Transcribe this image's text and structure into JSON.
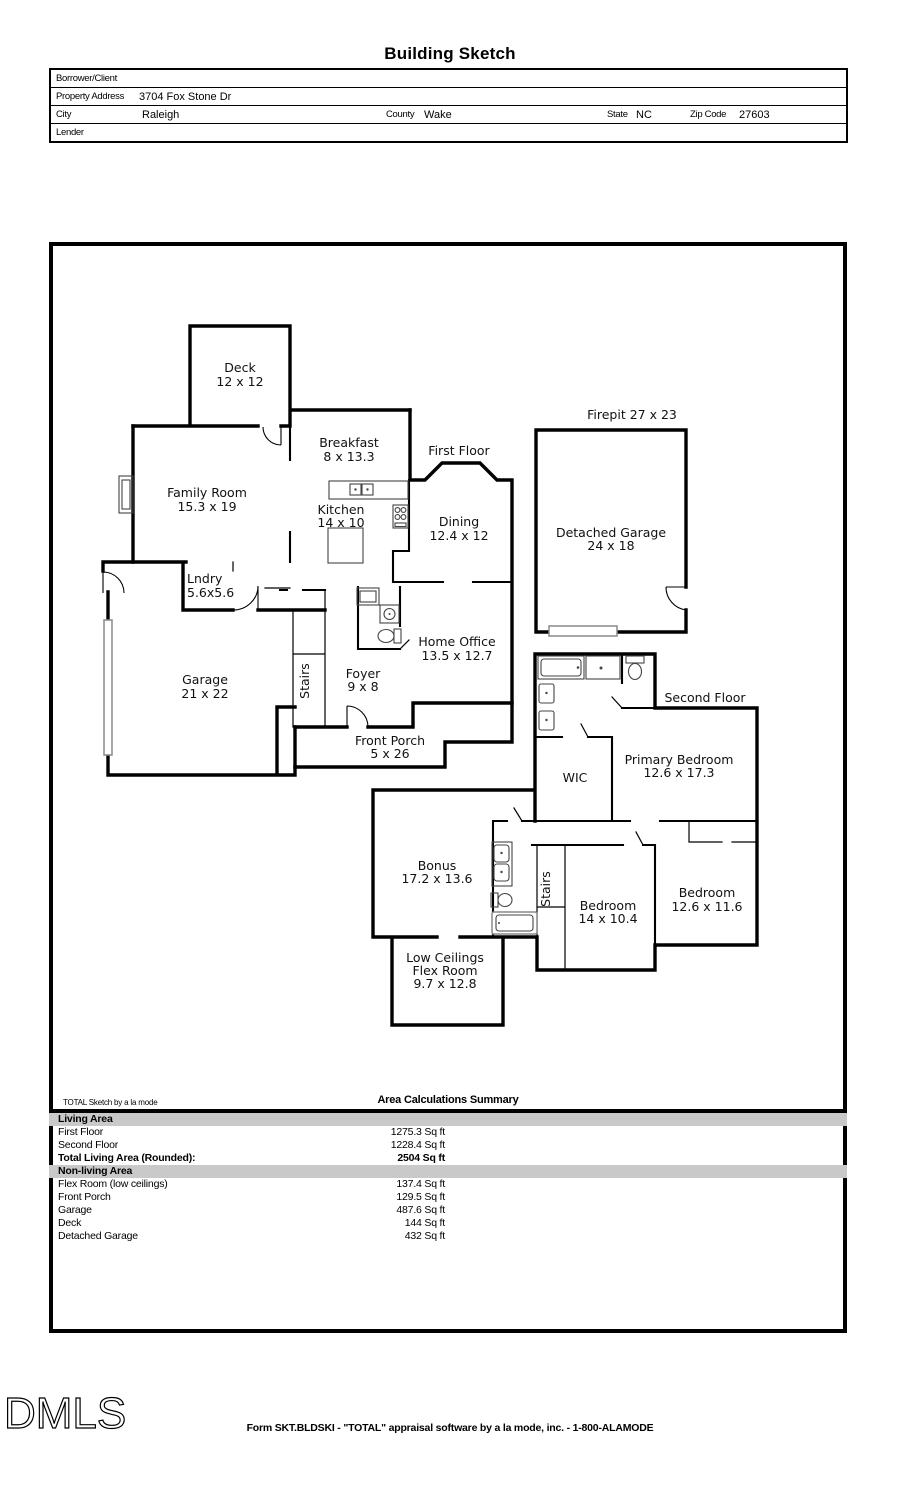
{
  "page": {
    "title": "Building Sketch"
  },
  "colors": {
    "wall": "#000000",
    "fixture": "#8a8a8a",
    "summary_band": "#c9c9c9"
  },
  "form": {
    "borrower_label": "Borrower/Client",
    "property_label": "Property Address",
    "property_value": "3704 Fox Stone Dr",
    "city_label": "City",
    "city_value": "Raleigh",
    "county_label": "County",
    "county_value": "Wake",
    "state_label": "State",
    "state_value": "NC",
    "zip_label": "Zip Code",
    "zip_value": "27603",
    "lender_label": "Lender"
  },
  "sketch": {
    "floor1_label": "First Floor",
    "floor2_label": "Second Floor",
    "annotation_firepit": "Firepit 27 x 23",
    "rooms": {
      "deck": {
        "name": "Deck",
        "dims": "12 x 12"
      },
      "breakfast": {
        "name": "Breakfast",
        "dims": "8 x 13.3"
      },
      "family": {
        "name": "Family Room",
        "dims": "15.3 x 19"
      },
      "kitchen": {
        "name": "Kitchen",
        "dims": "14 x 10"
      },
      "dining": {
        "name": "Dining",
        "dims": "12.4 x 12"
      },
      "detached_garage": {
        "name": "Detached Garage",
        "dims": "24 x 18"
      },
      "lndry": {
        "name": "Lndry",
        "dims": "5.6x5.6"
      },
      "home_office": {
        "name": "Home Office",
        "dims": "13.5 x 12.7"
      },
      "garage": {
        "name": "Garage",
        "dims": "21 x 22"
      },
      "foyer": {
        "name": "Foyer",
        "dims": "9 x 8"
      },
      "stairs1": {
        "name": "Stairs"
      },
      "front_porch": {
        "name": "Front Porch",
        "dims": "5 x 26"
      },
      "wic": {
        "name": "WIC"
      },
      "primary": {
        "name": "Primary Bedroom",
        "dims": "12.6 x 17.3"
      },
      "bonus": {
        "name": "Bonus",
        "dims": "17.2 x 13.6"
      },
      "stairs2": {
        "name": "Stairs"
      },
      "bedroom14": {
        "name": "Bedroom",
        "dims": "14 x 10.4"
      },
      "bedroom126": {
        "name": "Bedroom",
        "dims": "12.6 x 11.6"
      },
      "flex": {
        "line1": "Low Ceilings",
        "line2": "Flex Room",
        "dims": "9.7 x 12.8"
      }
    }
  },
  "summary": {
    "credit": "TOTAL Sketch by a la mode",
    "title": "Area Calculations Summary",
    "living_header": "Living Area",
    "living_rows": [
      {
        "label": "First Floor",
        "value": "1275.3 Sq ft"
      },
      {
        "label": "Second Floor",
        "value": "1228.4 Sq ft"
      }
    ],
    "total_row": {
      "label": "Total Living Area (Rounded):",
      "value": "2504 Sq ft"
    },
    "nonliving_header": "Non-living Area",
    "nonliving_rows": [
      {
        "label": "Flex Room (low ceilings)",
        "value": "137.4 Sq ft"
      },
      {
        "label": "Front Porch",
        "value": "129.5 Sq ft"
      },
      {
        "label": "Garage",
        "value": "487.6 Sq ft"
      },
      {
        "label": "Deck",
        "value": "144 Sq ft"
      },
      {
        "label": "Detached Garage",
        "value": "432 Sq ft"
      }
    ]
  },
  "footer": {
    "logo": "DMLS",
    "form_line": "Form SKT.BLDSKI - \"TOTAL\" appraisal software by a la mode, inc. - 1-800-ALAMODE"
  }
}
